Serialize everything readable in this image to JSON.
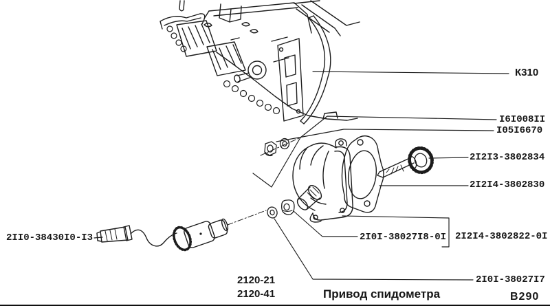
{
  "colors": {
    "ink": "#1c1c1c",
    "background": "#ffffff"
  },
  "callouts": {
    "gearbox": "К310",
    "bolt": "I6I008II",
    "washer_small": "I05I6670",
    "driven_gear": "2I2I3-3802834",
    "housing": "2I2I4-3802830",
    "nut": "2I0I-38027I8-0I",
    "drive_assembly": "2I2I4-3802822-0I",
    "speed_sensor": "2II0-38430I0-I3",
    "washer": "2I0I-38027I7"
  },
  "footer": {
    "models": [
      "2120-21",
      "2120-41"
    ],
    "caption": "Привод спидометра",
    "page_code": "В290"
  }
}
